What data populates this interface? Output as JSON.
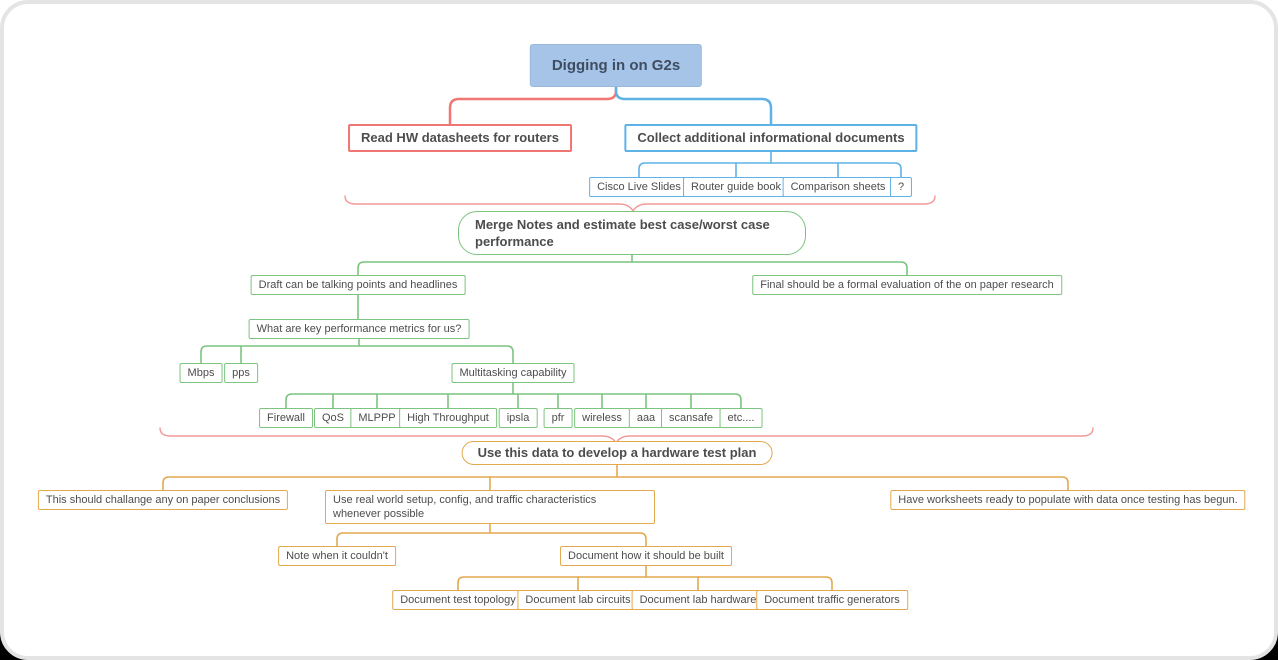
{
  "colors": {
    "root_fill": "#a6c4e7",
    "root_text": "#3e4d62",
    "red_branch": "#ef7672",
    "blue_branch": "#5fb2e5",
    "green_branch": "#7cc47f",
    "orange_branch": "#e2a94f",
    "brace": "#f19a96",
    "node_text": "#4d4d4d"
  },
  "nodes": {
    "root": "Digging in on G2s",
    "read_hw": "Read HW datasheets for routers",
    "collect": "Collect additional informational documents",
    "collect_children": [
      "Cisco Live Slides",
      "Router guide book",
      "Comparison sheets",
      "?"
    ],
    "merge": "Merge Notes and estimate best case/worst case performance",
    "draft": "Draft can be talking points and headlines",
    "final": "Final should be a formal evaluation of the on paper research",
    "metrics": "What are key performance metrics for us?",
    "metric_children": [
      "Mbps",
      "pps",
      "Multitasking capability"
    ],
    "features": [
      "Firewall",
      "QoS",
      "MLPPP",
      "High Throughput",
      "ipsla",
      "pfr",
      "wireless",
      "aaa",
      "scansafe",
      "etc...."
    ],
    "testplan": "Use this data to develop a hardware test plan",
    "testplan_children": [
      "This should challange any on paper conclusions",
      "Use real world setup, config, and traffic characteristics whenever possible",
      "Have worksheets ready to populate with data once testing has begun."
    ],
    "note": "Note when it couldn't",
    "dochow": "Document how it should be built",
    "doc_children": [
      "Document test topology",
      "Document lab circuits",
      "Document lab hardware",
      "Document traffic generators"
    ]
  }
}
